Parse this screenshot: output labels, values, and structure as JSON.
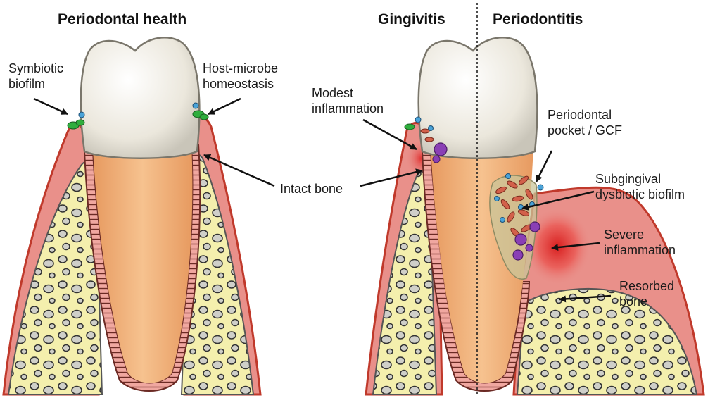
{
  "panels": {
    "health": {
      "title": "Periodontal health"
    },
    "gingivitis": {
      "title": "Gingivitis"
    },
    "periodontitis": {
      "title": "Periodontitis"
    }
  },
  "labels": {
    "symbiotic_biofilm": [
      "Symbiotic",
      "biofilm"
    ],
    "host_microbe": [
      "Host-microbe",
      "homeostasis"
    ],
    "intact_bone": [
      "Intact bone"
    ],
    "modest_inflammation": [
      "Modest",
      "inflammation"
    ],
    "periodontal_pocket": [
      "Periodontal",
      "pocket / GCF"
    ],
    "subgingival_biofilm": [
      "Subgingival",
      "dysbiotic biofilm"
    ],
    "severe_inflammation": [
      "Severe",
      "inflammation"
    ],
    "resorbed_bone": [
      "Resorbed",
      "bone"
    ]
  },
  "colors": {
    "gum": "#e9908a",
    "gum_outline": "#c0392b",
    "bone": "#f4efad",
    "bone_pores": "#cfcfc9",
    "root": "#f2b27c",
    "crown": "#efece2",
    "inflammation": "#e02a2a",
    "biofilm_green": "#2fae3e",
    "biofilm_blue": "#4aa3d8",
    "dysbiotic_red": "#d2604a",
    "dysbiotic_purple": "#8a3fb5"
  }
}
